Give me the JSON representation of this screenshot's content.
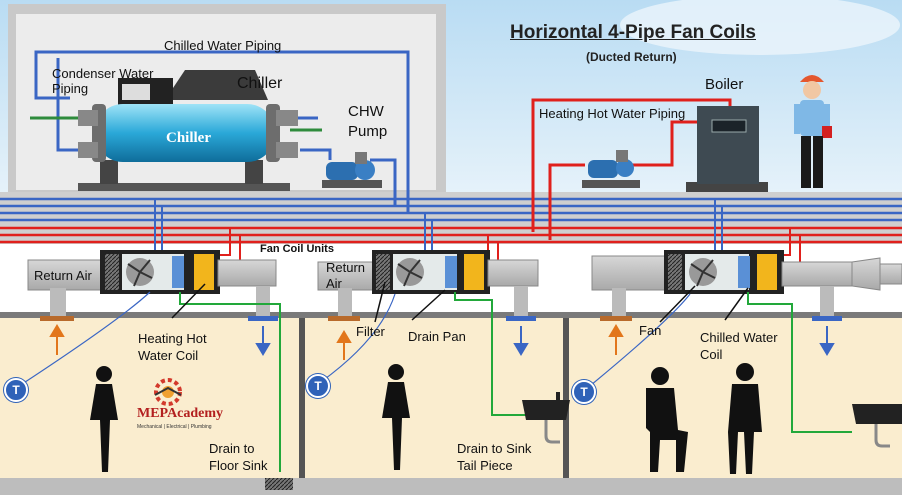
{
  "title": "Horizontal 4-Pipe Fan Coils",
  "subtitle": "(Ducted Return)",
  "labels": {
    "chilled_water_piping": "Chilled Water Piping",
    "condenser_water_piping": "Condenser Water\nPiping",
    "chiller": "Chiller",
    "chiller_body": "Chiller",
    "chw_pump": "CHW\nPump",
    "boiler": "Boiler",
    "heating_hot_water_piping": "Heating Hot Water Piping",
    "fan_coil_units": "Fan Coil Units",
    "return_air_1": "Return Air",
    "return_air_2": "Return\nAir",
    "heating_hot_water_coil": "Heating Hot\nWater Coil",
    "filter": "Filter",
    "drain_pan": "Drain Pan",
    "fan": "Fan",
    "chilled_water_coil": "Chilled Water\nCoil",
    "drain_floor_sink": "Drain to\nFloor Sink",
    "drain_sink_tail": "Drain to Sink\nTail Piece",
    "thermostat": "T"
  },
  "logo": {
    "name": "MEPAcademy",
    "tagline": "Mechanical | Electrical | Plumbing"
  },
  "colors": {
    "chilled_water": "#3a66c4",
    "hot_water": "#e0201c",
    "drain": "#22a83a",
    "room_fill": "#faedcf",
    "sky": "#cfe6f5"
  }
}
